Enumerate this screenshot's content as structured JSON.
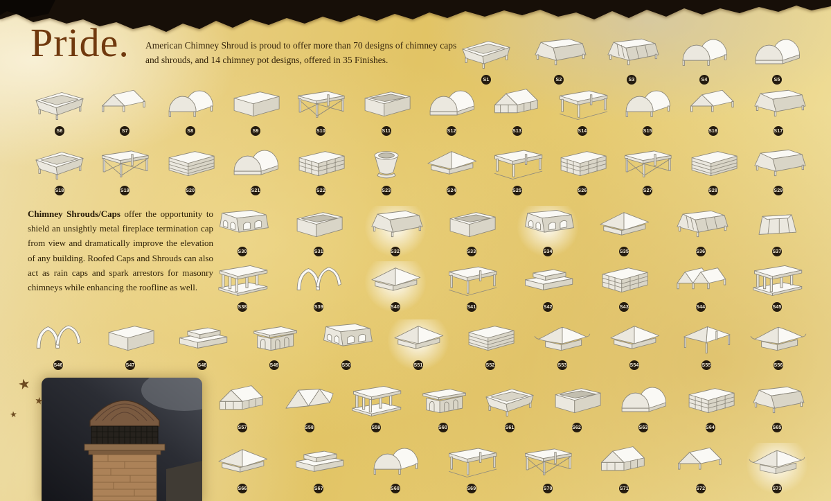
{
  "page": {
    "title": "Pride.",
    "intro": "American Chimney Shroud is proud to offer more than 70 designs of chimney caps and shrouds, and 14 chimney pot designs, offered in 35 Finishes.",
    "body": {
      "lead": "Chimney Shrouds/Caps",
      "text": " offer the opportunity to shield an unsightly metal fireplace termination cap from view and dramatically improve the elevation of any building. Roofed Caps and Shrouds can also act as rain caps and spark arrestors for masonry chimneys while enhancing the roofline as well."
    }
  },
  "colors": {
    "accent_brown": "#70390e",
    "badge_bg": "#241b0f",
    "parchment_gold": "#e2c465",
    "torn_edge": "#170f08"
  },
  "photo": {
    "alt": "masonry chimney with arched metal shroud cap"
  },
  "decorations": {
    "star_glyph": "★",
    "star_count": 3
  },
  "rows": [
    {
      "items": [
        {
          "id": "S1",
          "shape": "tray"
        },
        {
          "id": "S2",
          "shape": "skirt"
        },
        {
          "id": "S3",
          "shape": "panelskirt"
        },
        {
          "id": "S4",
          "shape": "barrelopen"
        },
        {
          "id": "S5",
          "shape": "barrel"
        }
      ]
    },
    {
      "items": [
        {
          "id": "S6",
          "shape": "tray"
        },
        {
          "id": "S7",
          "shape": "gableopen"
        },
        {
          "id": "S8",
          "shape": "barrelopen"
        },
        {
          "id": "S9",
          "shape": "box"
        },
        {
          "id": "S10",
          "shape": "xtable"
        },
        {
          "id": "S11",
          "shape": "openbox"
        },
        {
          "id": "S12",
          "shape": "barrel"
        },
        {
          "id": "S13",
          "shape": "gablepanel"
        },
        {
          "id": "S14",
          "shape": "pavilion"
        },
        {
          "id": "S15",
          "shape": "barrelopen"
        },
        {
          "id": "S16",
          "shape": "gableopen"
        },
        {
          "id": "S17",
          "shape": "skirt"
        }
      ]
    },
    {
      "items": [
        {
          "id": "S18",
          "shape": "tray"
        },
        {
          "id": "S19",
          "shape": "xtable"
        },
        {
          "id": "S20",
          "shape": "louverbox"
        },
        {
          "id": "S21",
          "shape": "barrel"
        },
        {
          "id": "S22",
          "shape": "latticebox"
        },
        {
          "id": "S23",
          "shape": "potround"
        },
        {
          "id": "S24",
          "shape": "hip"
        },
        {
          "id": "S25",
          "shape": "pavilion"
        },
        {
          "id": "S26",
          "shape": "latticebox"
        },
        {
          "id": "S27",
          "shape": "xtable"
        },
        {
          "id": "S28",
          "shape": "louverbox"
        },
        {
          "id": "S29",
          "shape": "skirt"
        }
      ]
    },
    {
      "items": [
        {
          "id": "S30",
          "shape": "arcade"
        },
        {
          "id": "S31",
          "shape": "openbox"
        },
        {
          "id": "S32",
          "shape": "skirt",
          "highlight": true
        },
        {
          "id": "S33",
          "shape": "openbox"
        },
        {
          "id": "S34",
          "shape": "arcade",
          "highlight": true
        },
        {
          "id": "S35",
          "shape": "hip"
        },
        {
          "id": "S36",
          "shape": "panelskirt"
        },
        {
          "id": "S37",
          "shape": "potoct"
        }
      ]
    },
    {
      "items": [
        {
          "id": "S38",
          "shape": "columns"
        },
        {
          "id": "S39",
          "shape": "gothic"
        },
        {
          "id": "S40",
          "shape": "hip",
          "highlight": true
        },
        {
          "id": "S41",
          "shape": "pavilion"
        },
        {
          "id": "S42",
          "shape": "tiered"
        },
        {
          "id": "S43",
          "shape": "latticebox"
        },
        {
          "id": "S44",
          "shape": "mgable"
        },
        {
          "id": "S45",
          "shape": "columns"
        }
      ]
    },
    {
      "items": [
        {
          "id": "S46",
          "shape": "gothic"
        },
        {
          "id": "S47",
          "shape": "box"
        },
        {
          "id": "S48",
          "shape": "tiered"
        },
        {
          "id": "S49",
          "shape": "cupola"
        },
        {
          "id": "S50",
          "shape": "arcade"
        },
        {
          "id": "S51",
          "shape": "hip",
          "highlight": true
        },
        {
          "id": "S52",
          "shape": "louverbox"
        },
        {
          "id": "S53",
          "shape": "pagoda"
        },
        {
          "id": "S54",
          "shape": "hip"
        },
        {
          "id": "S55",
          "shape": "tent"
        },
        {
          "id": "S56",
          "shape": "pagoda"
        }
      ]
    },
    {
      "items": [
        {
          "id": "S57",
          "shape": "gablepanel"
        },
        {
          "id": "S58",
          "shape": "zigzag"
        },
        {
          "id": "S59",
          "shape": "columns"
        },
        {
          "id": "S60",
          "shape": "cupola"
        },
        {
          "id": "S61",
          "shape": "tray"
        },
        {
          "id": "S62",
          "shape": "openbox"
        },
        {
          "id": "S63",
          "shape": "barrel"
        },
        {
          "id": "S64",
          "shape": "latticebox"
        },
        {
          "id": "S65",
          "shape": "skirt"
        }
      ]
    },
    {
      "items": [
        {
          "id": "S66",
          "shape": "hip"
        },
        {
          "id": "S67",
          "shape": "tiered"
        },
        {
          "id": "S68",
          "shape": "barrelopen"
        },
        {
          "id": "S69",
          "shape": "pavilion"
        },
        {
          "id": "S70",
          "shape": "xtable"
        },
        {
          "id": "S71",
          "shape": "gablepanel"
        },
        {
          "id": "S72",
          "shape": "gableopen"
        },
        {
          "id": "S73",
          "shape": "pagoda",
          "highlight": true
        }
      ]
    }
  ]
}
